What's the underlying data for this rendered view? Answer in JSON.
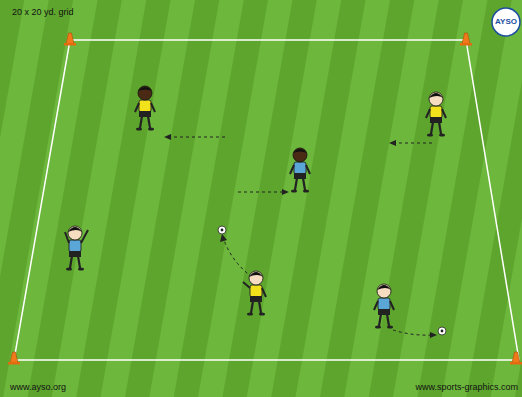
{
  "diagram": {
    "labels": [
      "20 x 20 yd. grid",
      "AYSO",
      "www.ayso.org",
      "www.sports-graphics.com"
    ]
  }
}
